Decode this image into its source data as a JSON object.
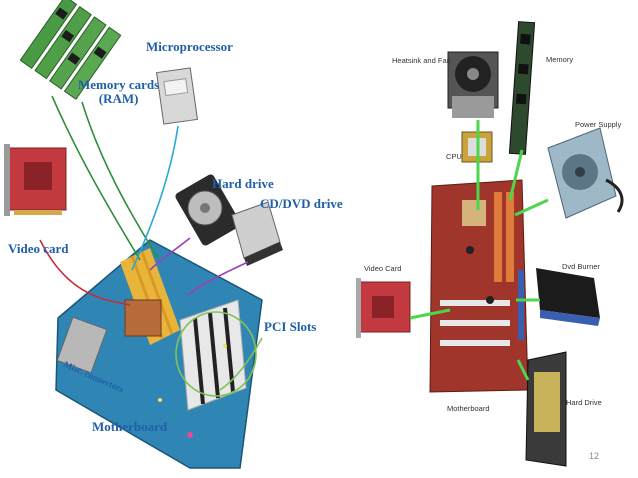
{
  "left_diagram": {
    "labels": {
      "memory": "Memory cards\n(RAM)",
      "microprocessor": "Microprocessor",
      "hard_drive": "Hard drive",
      "cd_dvd": "CD/DVD drive",
      "video_card": "Video card",
      "pci": "PCI Slots",
      "misc": "Misc. connectors",
      "motherboard": "Motherboard"
    },
    "colors": {
      "label": "#1f5fa8",
      "board": "#2f86b5",
      "card": "#c0303a"
    }
  },
  "right_diagram": {
    "labels": {
      "heatsink": "Heatsink and Fan",
      "memory": "Memory",
      "power": "Power Supply",
      "cpu": "CPU",
      "video": "Video Card",
      "dvd": "Dvd Burner",
      "motherboard": "Motherboard",
      "hdd": "Hard Drive"
    },
    "colors": {
      "line": "#4cd64c",
      "board": "#a0352c"
    }
  },
  "page_number": "12"
}
